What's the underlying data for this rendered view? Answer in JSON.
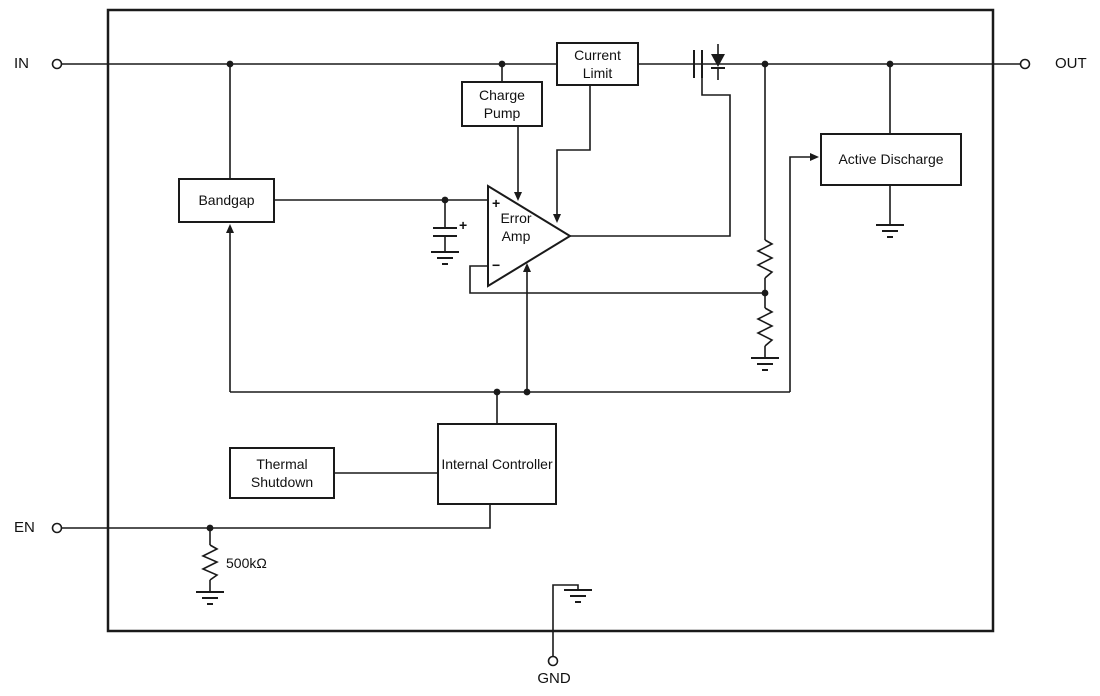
{
  "pins": {
    "in": {
      "label": "IN"
    },
    "out": {
      "label": "OUT"
    },
    "en": {
      "label": "EN"
    },
    "gnd": {
      "label": "GND"
    }
  },
  "blocks": {
    "current_limit": {
      "label": "Current Limit"
    },
    "charge_pump": {
      "label": "Charge Pump"
    },
    "bandgap": {
      "label": "Bandgap"
    },
    "error_amp": {
      "label": "Error Amp",
      "noninverting_input": "+",
      "inverting_input": "−"
    },
    "active_discharge": {
      "label": "Active Discharge"
    },
    "thermal_shutdown": {
      "label": "Thermal Shutdown"
    },
    "internal_controller": {
      "label": "Internal Controller"
    }
  },
  "components": {
    "en_pulldown_resistor": {
      "value": "500kΩ"
    },
    "output_capacitor": {
      "polarity": "+"
    }
  },
  "colors": {
    "wire": "#1a1a1a",
    "block_border": "#1a1a1a",
    "block_fill": "#ffffff",
    "background": "#ffffff"
  }
}
